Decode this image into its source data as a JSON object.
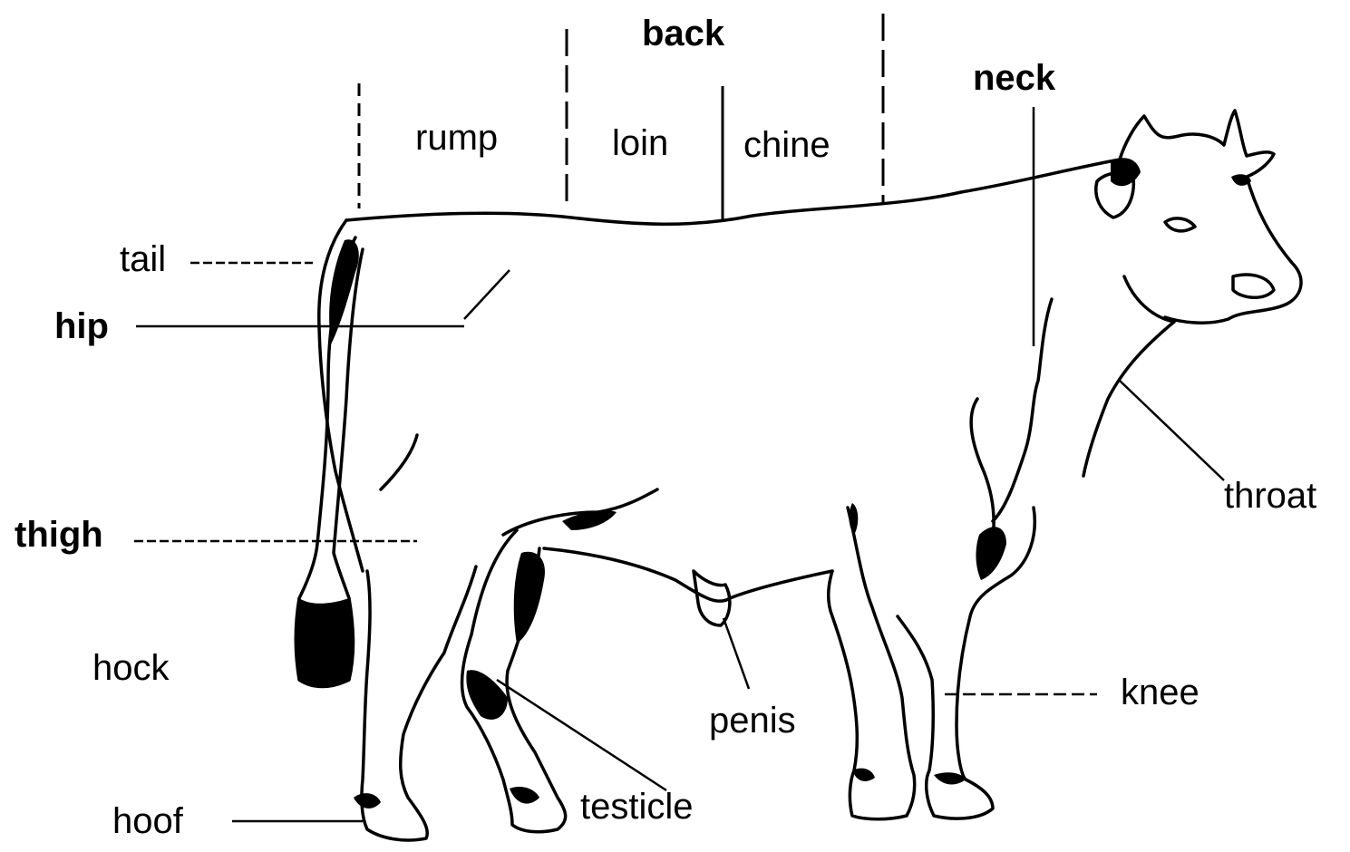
{
  "diagram": {
    "labels": {
      "back": "back",
      "rump": "rump",
      "loin": "loin",
      "chine": "chine",
      "neck": "neck",
      "tail": "tail",
      "hip": "hip",
      "thigh": "thigh",
      "hock": "hock",
      "hoof": "hoof",
      "testicle": "testicle",
      "penis": "penis",
      "knee": "knee",
      "throat": "throat"
    },
    "colors": {
      "ink": "#000000",
      "background": "#ffffff"
    }
  }
}
